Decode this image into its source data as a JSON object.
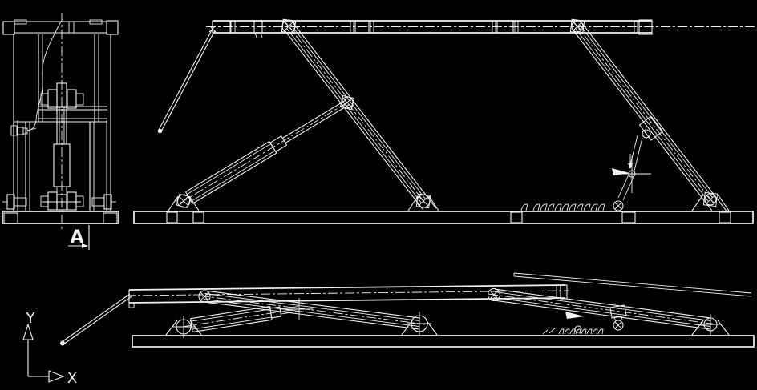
{
  "canvas": {
    "background": "#000000",
    "line_color": "#f2f2f2"
  },
  "labels": {
    "section_mark": "A",
    "ucs_x": "X",
    "ucs_y": "Y"
  }
}
